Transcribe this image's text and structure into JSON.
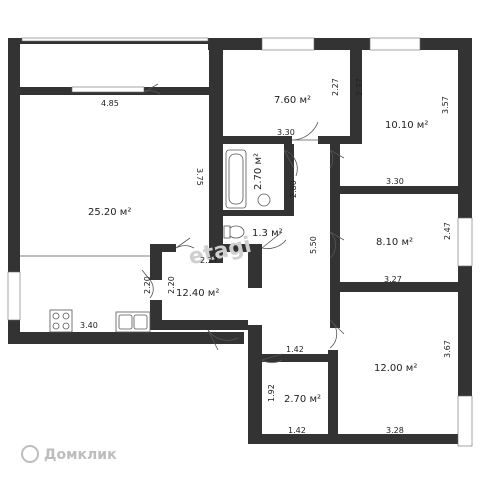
{
  "rooms": [
    {
      "id": "living",
      "area": "25.20 м²"
    },
    {
      "id": "room-top-middle",
      "area": "7.60 м²"
    },
    {
      "id": "room-top-right",
      "area": "10.10 м²"
    },
    {
      "id": "bathroom",
      "area": "2.70 м²"
    },
    {
      "id": "toilet",
      "area": "1.3 м²"
    },
    {
      "id": "room-middle-right",
      "area": "8.10 м²"
    },
    {
      "id": "hall",
      "area": "12.40 м²"
    },
    {
      "id": "room-bottom-right",
      "area": "12.00 м²"
    },
    {
      "id": "storage",
      "area": "2.70 м²"
    }
  ],
  "dimensions": {
    "living_top": "4.85",
    "living_right": "3.75",
    "kitchen_bottom": "3.40",
    "top_middle_right": "2.27",
    "top_middle_bottom": "3.30",
    "top_right_left": "2.37",
    "top_right_right": "3.57",
    "top_right_bottom": "3.30",
    "bath_width": "2.80",
    "corridor_height": "5.50",
    "hall_top": "2.37",
    "hall_left_a": "2.20",
    "hall_left_b": "2.20",
    "mid_right_right": "2.47",
    "mid_right_bottom": "3.27",
    "storage_top": "1.42",
    "storage_left": "1.92",
    "storage_bottom": "1.42",
    "bottom_right_right": "3.67",
    "bottom_right_bottom": "3.28"
  },
  "watermarks": {
    "brand_center": "etagi",
    "brand_corner": "Домклик"
  },
  "colors": {
    "wall": "#333333",
    "window": "#ffffff",
    "watermark": "#c8c8c8"
  }
}
